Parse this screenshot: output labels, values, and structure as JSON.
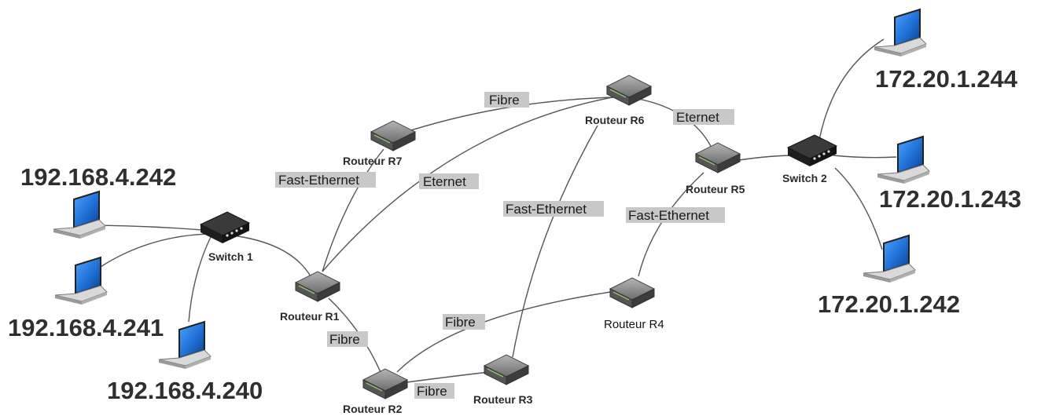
{
  "devices": {
    "switch1": "Switch 1",
    "switch2": "Switch 2",
    "r1": "Routeur R1",
    "r2": "Routeur R2",
    "r3": "Routeur R3",
    "r4": "Routeur R4",
    "r5": "Routeur R5",
    "r6": "Routeur R6",
    "r7": "Routeur R7"
  },
  "hosts": {
    "h242": "192.168.4.242",
    "h241": "192.168.4.241",
    "h240": "192.168.4.240",
    "h244b": "172.20.1.244",
    "h243b": "172.20.1.243",
    "h242b": "172.20.1.242"
  },
  "links": {
    "r7_r6": "Fibre",
    "r1_r7": "Fast-Ethernet",
    "r1_r6": "Eternet",
    "r6_r5": "Eternet",
    "r6_r2": "Fast-Ethernet",
    "r5_r4": "Fast-Ethernet",
    "r1_r2": "Fibre",
    "r2_r4": "Fibre",
    "r2_r3": "Fibre"
  },
  "colors": {
    "label_bg": "#c8c8c8",
    "router_body": "#7b7b7b",
    "switch_body": "#2a2a2a",
    "laptop_screen": "#1f6fd6"
  }
}
